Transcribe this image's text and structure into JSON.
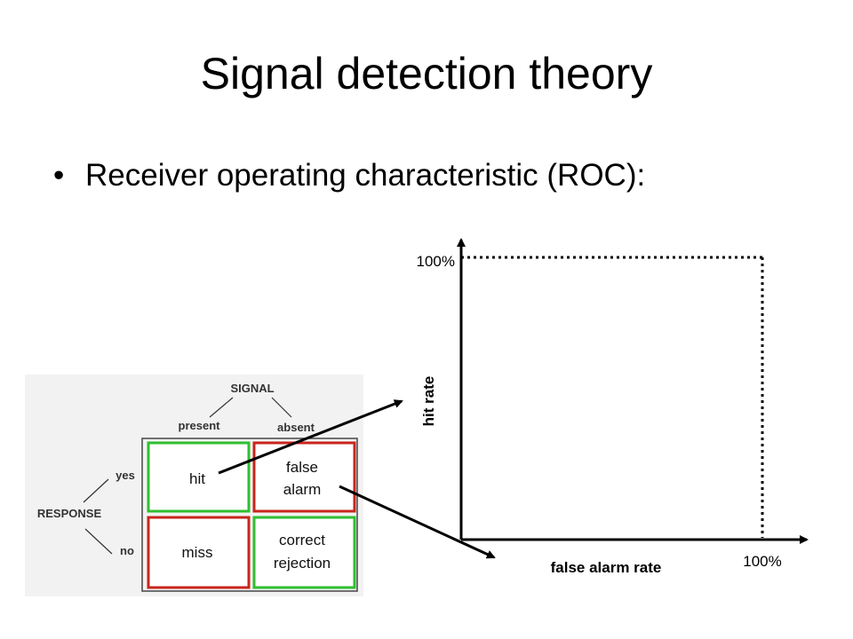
{
  "slide": {
    "title": "Signal detection theory",
    "bullet": "Receiver operating characteristic (ROC):"
  },
  "matrix": {
    "signal_label": "SIGNAL",
    "col_present": "present",
    "col_absent": "absent",
    "response_label": "RESPONSE",
    "row_yes": "yes",
    "row_no": "no",
    "cell_hit": "hit",
    "cell_false_alarm_1": "false",
    "cell_false_alarm_2": "alarm",
    "cell_miss": "miss",
    "cell_correct_rejection_1": "correct",
    "cell_correct_rejection_2": "rejection",
    "colors": {
      "correct": "#2fbf2f",
      "error": "#c8251d",
      "background": "#f2f2f2"
    }
  },
  "roc": {
    "y_axis_label": "hit rate",
    "x_axis_label": "false alarm rate",
    "y_max_label": "100%",
    "x_max_label": "100%"
  }
}
